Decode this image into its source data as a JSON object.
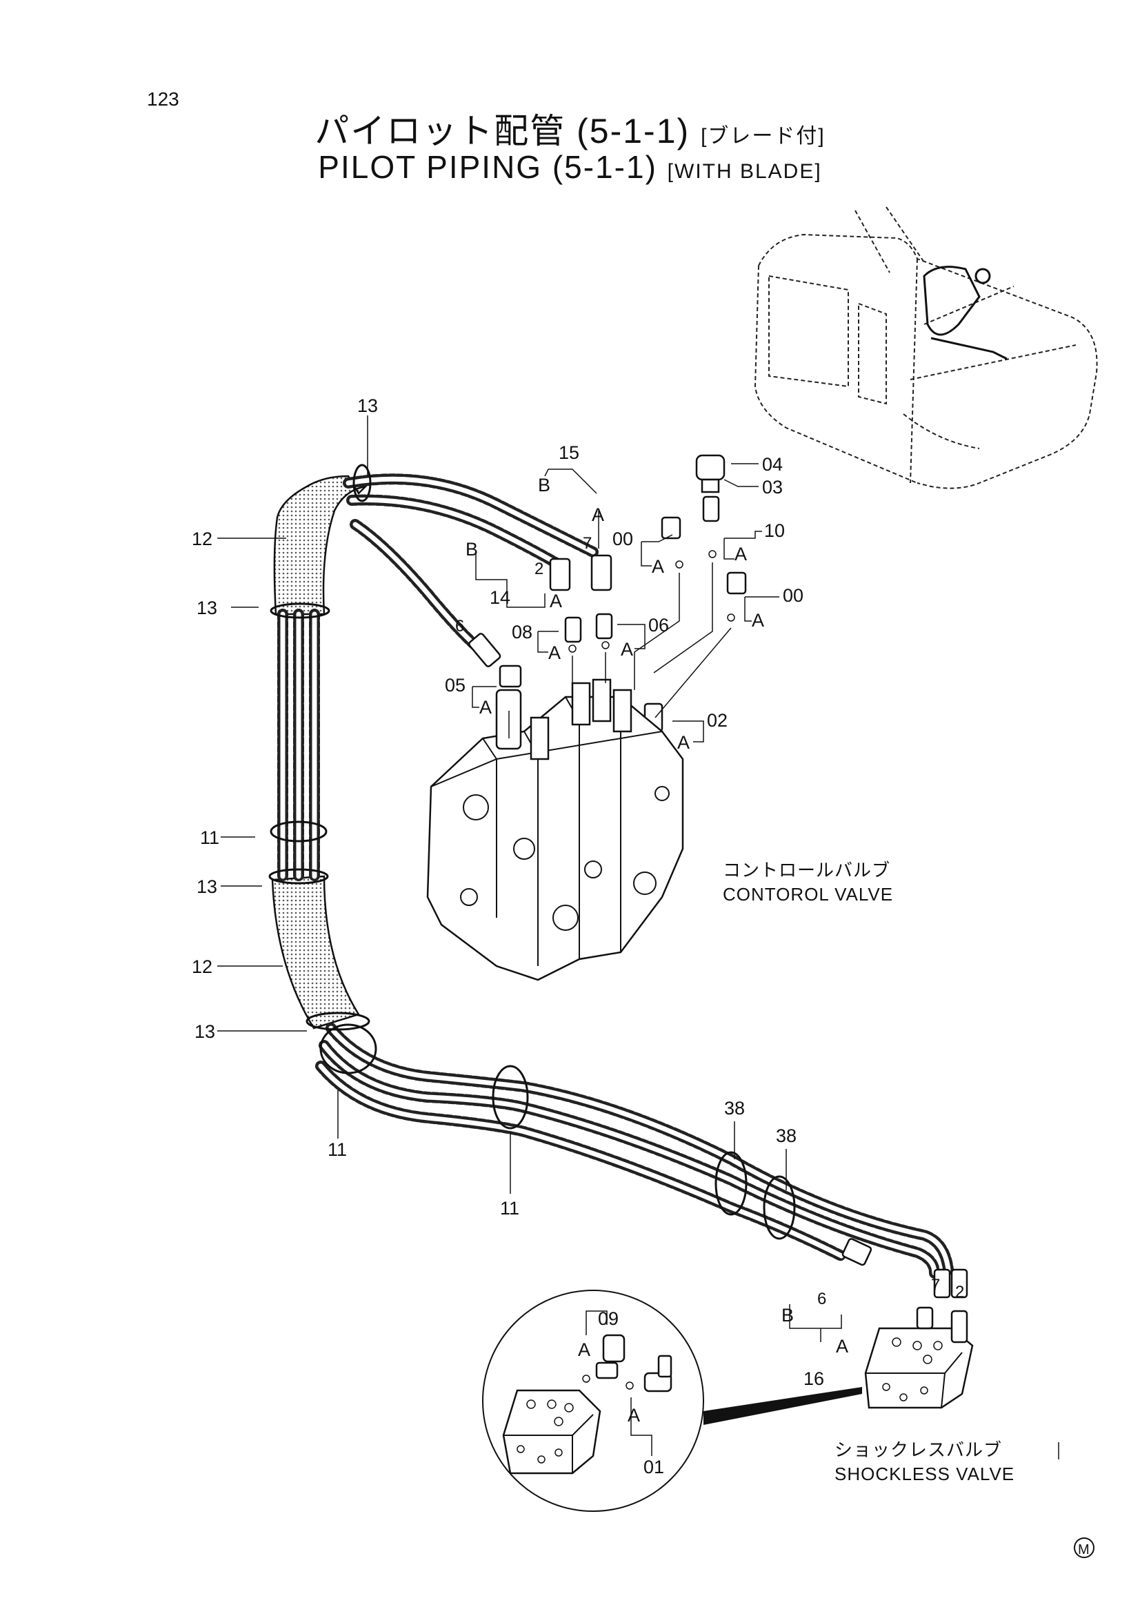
{
  "header": {
    "page_number": "123",
    "title_jp": "パイロット配管 (5-1-1)",
    "title_jp_suffix": "[ブレード付]",
    "title_en": "PILOT PIPING (5-1-1)",
    "title_en_suffix": "[WITH BLADE]"
  },
  "captions": {
    "control_valve_jp": "コントロールバルブ",
    "control_valve_en": "CONTOROL VALVE",
    "shockless_valve_jp": "ショックレスバルブ",
    "shockless_valve_en": "SHOCKLESS VALVE"
  },
  "mark": "M",
  "callouts": {
    "c13_top": "13",
    "c12_top": "12",
    "c13_mid": "13",
    "c11_left": "11",
    "c13_left2": "13",
    "c12_low": "12",
    "c13_low": "13",
    "c11_bottom": "11",
    "c11_center": "11",
    "c15": "15",
    "c14": "14",
    "c16": "16",
    "c04": "04",
    "c03": "03",
    "c10": "10",
    "c00_a": "00",
    "c00_b": "00",
    "c06": "06",
    "c08": "08",
    "c05": "05",
    "c02": "02",
    "c09": "09",
    "c01": "01",
    "c38_a": "38",
    "c38_b": "38",
    "B_15": "B",
    "A_15": "A",
    "B_14": "B",
    "A_14": "A",
    "B_16": "B",
    "A_16": "A",
    "A_00a": "A",
    "A_10": "A",
    "A_00b": "A",
    "A_06": "A",
    "A_08": "A",
    "A_05": "A",
    "A_02": "A",
    "A_09": "A",
    "A_01": "A",
    "n7_top": "7",
    "n2_top": "2",
    "n6_top": "6",
    "n7_bot": "7",
    "n2_bot": "2",
    "n6_bot": "6"
  }
}
